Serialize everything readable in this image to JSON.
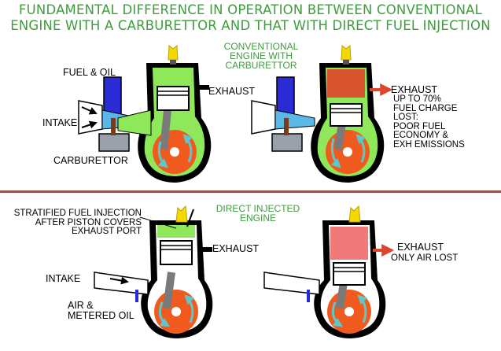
{
  "title": {
    "line1": "FUNDAMENTAL DIFFERENCE IN OPERATION BETWEEN CONVENTIONAL",
    "line2": "ENGINE WITH A CARBURETTOR  AND THAT WITH DIRECT FUEL INJECTION"
  },
  "conventional": {
    "heading": [
      "CONVENTIONAL",
      "ENGINE WITH",
      "CARBURETTOR"
    ],
    "fuel_oil": "FUEL & OIL",
    "intake": "INTAKE",
    "carburettor": "CARBURETTOR",
    "exhaust": "EXHAUST",
    "loss_note": [
      "EXHAUST",
      "UP TO 70%",
      "FUEL CHARGE",
      "LOST:",
      "POOR FUEL",
      "ECONOMY &",
      "EXH EMISSIONS"
    ]
  },
  "direct": {
    "heading": [
      "DIRECT INJECTED",
      "ENGINE"
    ],
    "stratified_note": [
      "STRATIFIED FUEL INJECTION",
      "AFTER PISTON COVERS",
      "EXHAUST PORT"
    ],
    "exhaust": "EXHAUST",
    "intake": "INTAKE",
    "air_oil": [
      "AIR &",
      "METERED OIL"
    ],
    "loss_note": [
      "EXHAUST",
      "ONLY AIR LOST"
    ]
  },
  "colors": {
    "title_text": "#3f9c3f",
    "section_heading": "#3f9c3f",
    "divider": "#9b4f4f",
    "crankcase": "#f05a1e",
    "fresh_charge": "#8fe85a",
    "hot_gas": "#e0442a",
    "exhaust_only_air": "#f07a7a",
    "fuel_reservoir": "#2b2bd6",
    "spark_plug": "#f5d800",
    "flow_arrows": "#5ec8c8",
    "intake_air": "#5ab8e8"
  }
}
